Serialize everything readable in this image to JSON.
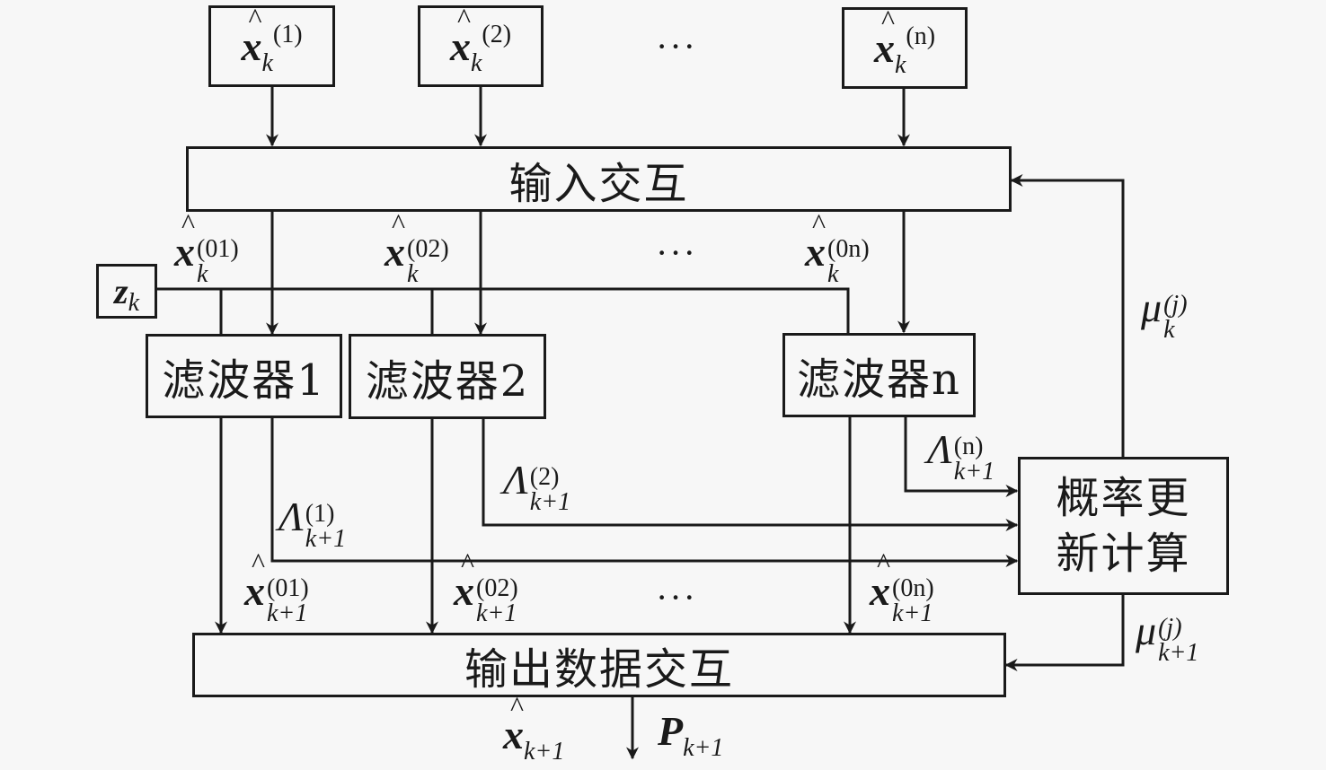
{
  "title": "IMM filter structure diagram",
  "inputs": [
    {
      "symbol": "x",
      "sub": "k",
      "sup": "(1)"
    },
    {
      "symbol": "x",
      "sub": "k",
      "sup": "(2)"
    },
    {
      "symbol": "x",
      "sub": "k",
      "sup": "(n)"
    }
  ],
  "ellipsis": "···",
  "input_interaction": {
    "label": "输入交互"
  },
  "mixed_states": [
    {
      "symbol": "x",
      "sub": "k",
      "sup": "(01)"
    },
    {
      "symbol": "x",
      "sub": "k",
      "sup": "(02)"
    },
    {
      "symbol": "x",
      "sub": "k",
      "sup": "(0n)"
    }
  ],
  "measurement": {
    "symbol": "z",
    "sub": "k"
  },
  "filters": [
    {
      "label": "滤波器1"
    },
    {
      "label": "滤波器2"
    },
    {
      "label": "滤波器n"
    }
  ],
  "likelihoods": [
    {
      "symbol": "Λ",
      "sub": "k+1",
      "sup": "(1)"
    },
    {
      "symbol": "Λ",
      "sub": "k+1",
      "sup": "(2)"
    },
    {
      "symbol": "Λ",
      "sub": "k+1",
      "sup": "(n)"
    }
  ],
  "probability_update": {
    "line1": "概率更",
    "line2": "新计算"
  },
  "mu_prev": {
    "symbol": "μ",
    "sub": "k",
    "sup": "(j)"
  },
  "mu_next": {
    "symbol": "μ",
    "sub": "k+1",
    "sup": "(j)"
  },
  "filtered_states": [
    {
      "symbol": "x",
      "sub": "k+1",
      "sup": "(01)"
    },
    {
      "symbol": "x",
      "sub": "k+1",
      "sup": "(02)"
    },
    {
      "symbol": "x",
      "sub": "k+1",
      "sup": "(0n)"
    }
  ],
  "output_interaction": {
    "label": "输出数据交互"
  },
  "outputs": [
    {
      "symbol": "x",
      "sub": "k+1"
    },
    {
      "symbol": "P",
      "sub": "k+1"
    }
  ],
  "colors": {
    "line": "#1a1a1a",
    "background": "#f7f7f7"
  }
}
